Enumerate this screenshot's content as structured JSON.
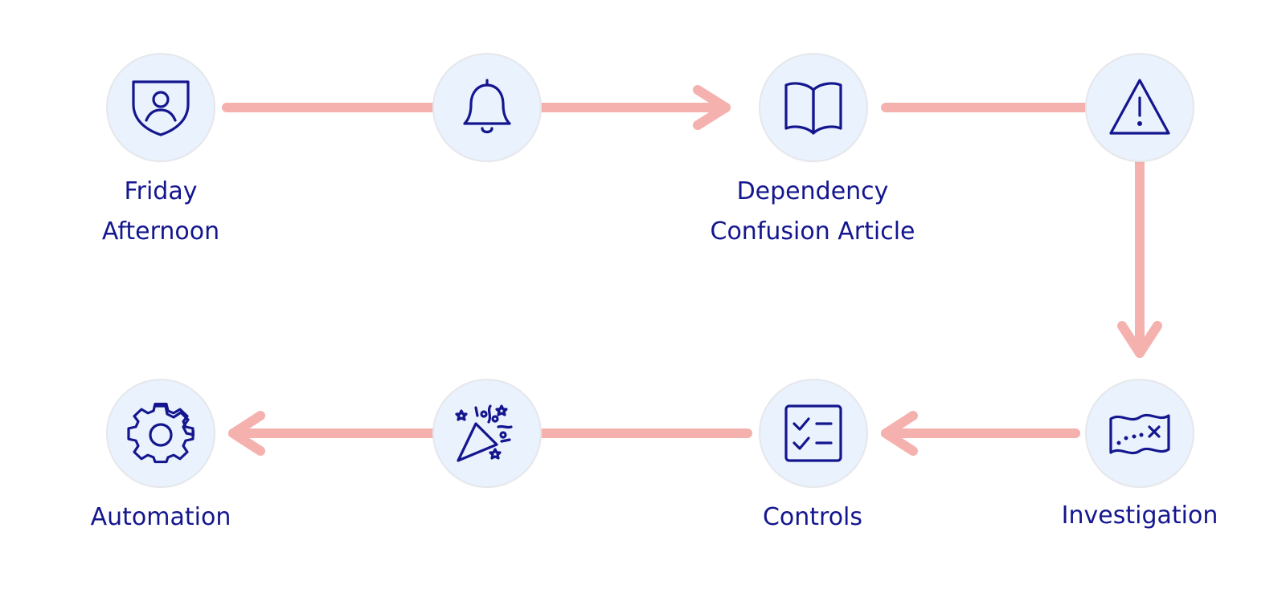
{
  "colors": {
    "connector": "#f4b1ae",
    "icon": "#14168e",
    "node_fill": "#eaf2fd",
    "label": "#14168e"
  },
  "nodes": [
    {
      "id": "friday-afternoon",
      "icon": "shield-person-icon",
      "label_lines": [
        "Friday",
        "Afternoon"
      ]
    },
    {
      "id": "notification",
      "icon": "bell-icon",
      "label_lines": []
    },
    {
      "id": "dependency-confusion-article",
      "icon": "open-book-icon",
      "label_lines": [
        "Dependency",
        "Confusion Article"
      ]
    },
    {
      "id": "alert",
      "icon": "warning-triangle-icon",
      "label_lines": []
    },
    {
      "id": "investigation",
      "icon": "treasure-map-icon",
      "label_lines": [
        "Investigation"
      ]
    },
    {
      "id": "controls",
      "icon": "checklist-icon",
      "label_lines": [
        "Controls"
      ]
    },
    {
      "id": "celebration",
      "icon": "party-popper-icon",
      "label_lines": []
    },
    {
      "id": "automation",
      "icon": "gear-icon",
      "label_lines": [
        "Automation"
      ]
    }
  ],
  "edges": [
    {
      "from": "friday-afternoon",
      "to": "dependency-confusion-article"
    },
    {
      "from": "dependency-confusion-article",
      "to": "investigation"
    },
    {
      "from": "investigation",
      "to": "controls"
    },
    {
      "from": "controls",
      "to": "automation"
    }
  ]
}
